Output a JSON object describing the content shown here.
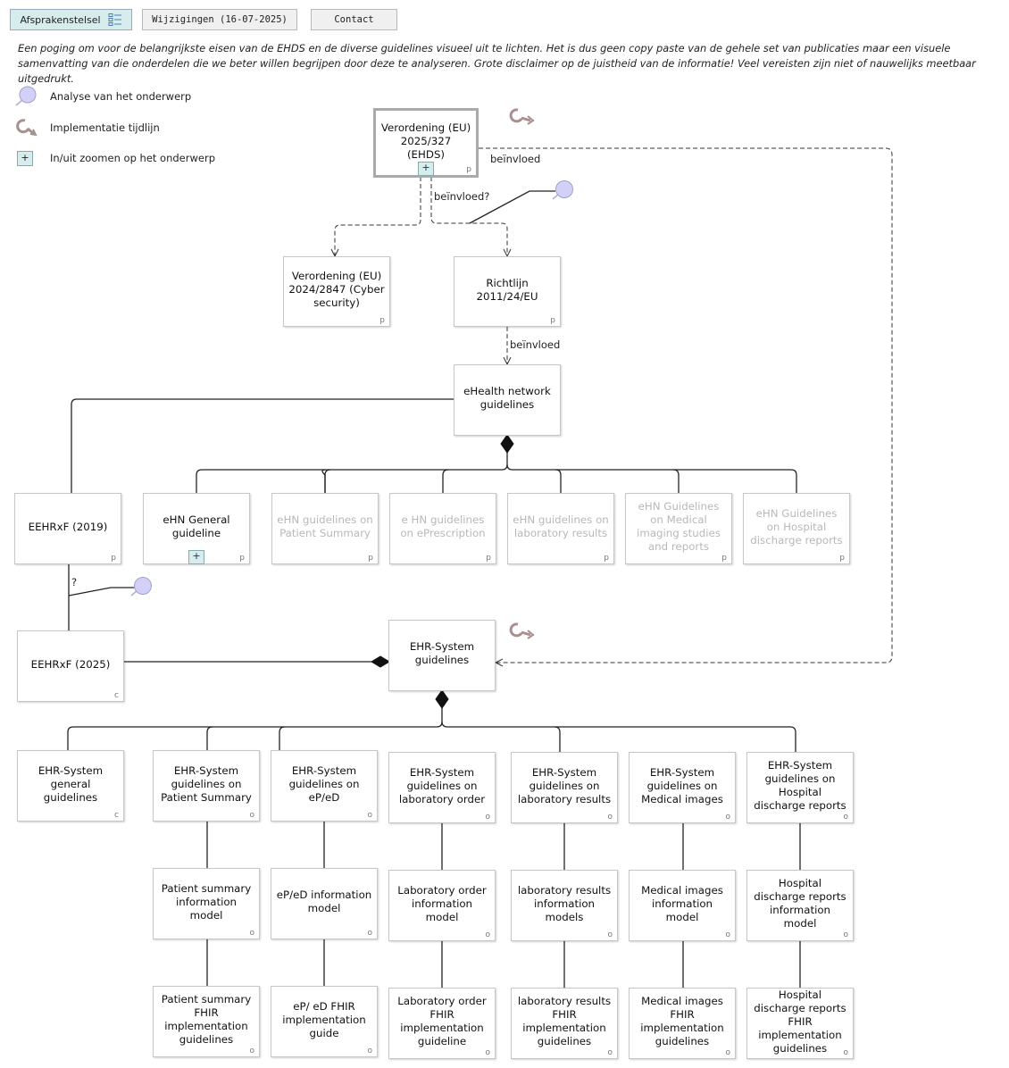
{
  "toolbar": {
    "afsprakenstelsel": "Afsprakenstelsel",
    "wijzigingen": "Wijzigingen (16-07-2025)",
    "contact": "Contact"
  },
  "intro": "Een poging om voor de belangrijkste eisen van de EHDS en de diverse guidelines visueel uit te lichten. Het is dus geen copy paste van de gehele set van publicaties maar een visuele samenvatting van die onderdelen die we beter willen begrijpen door deze te analyseren. Grote disclaimer op de juistheid van de informatie! Veel vereisten zijn niet of nauwelijks meetbaar uitgedrukt.",
  "legend": {
    "analyse": "Analyse van het onderwerp",
    "tijdlijn": "Implementatie tijdlijn",
    "zoom_symbol": "+",
    "zoom": "In/uit zoomen op het onderwerp"
  },
  "edge_labels": {
    "beinvloed_ehds": "beïnvloed",
    "beinvloed_question": "beïnvloed?",
    "beinvloed_richtlijn": "beïnvloed",
    "question": "?"
  },
  "nodes": {
    "ehds": {
      "label": "Verordening (EU) 2025/327 (EHDS)",
      "mark": "p",
      "zoom": "+"
    },
    "cyber": {
      "label": "Verordening (EU) 2024/2847 (Cyber security)",
      "mark": "p"
    },
    "richtlijn": {
      "label": "Richtlijn 2011/24/EU",
      "mark": "p"
    },
    "ehn": {
      "label": "eHealth network guidelines"
    },
    "eehrxf2019": {
      "label": "EEHRxF (2019)",
      "mark": "p"
    },
    "ehn_general": {
      "label": "eHN General guideline",
      "mark": "p",
      "zoom": "+"
    },
    "ehn_ps": {
      "label": "eHN guidelines on Patient Summary",
      "mark": "p"
    },
    "ehn_ep": {
      "label": "e HN guidelines on ePrescription",
      "mark": "p"
    },
    "ehn_lab": {
      "label": "eHN guidelines on laboratory results",
      "mark": "p"
    },
    "ehn_img": {
      "label": "eHN Guidelines on Medical imaging studies and reports",
      "mark": "p"
    },
    "ehn_hdr": {
      "label": "eHN Guidelines on Hospital discharge reports",
      "mark": "p"
    },
    "eehrxf2025": {
      "label": "EEHRxF (2025)",
      "mark": "c"
    },
    "ehr": {
      "label": "EHR-System guidelines"
    },
    "ehr_general": {
      "label": "EHR-System general guidelines",
      "mark": "c"
    },
    "ehr_ps": {
      "label": "EHR-System guidelines on Patient Summary",
      "mark": "o"
    },
    "ehr_ep": {
      "label": "EHR-System guidelines on eP/eD",
      "mark": "o"
    },
    "ehr_lo": {
      "label": "EHR-System guidelines on laboratory order",
      "mark": "o"
    },
    "ehr_lr": {
      "label": "EHR-System guidelines on laboratory results",
      "mark": "o"
    },
    "ehr_mi": {
      "label": "EHR-System guidelines on Medical images",
      "mark": "o"
    },
    "ehr_hd": {
      "label": "EHR-System guidelines on Hospital discharge reports",
      "mark": "o"
    },
    "im_ps": {
      "label": "Patient summary information model",
      "mark": "o"
    },
    "im_ep": {
      "label": "eP/eD information model",
      "mark": "o"
    },
    "im_lo": {
      "label": "Laboratory order information model",
      "mark": "o"
    },
    "im_lr": {
      "label": "laboratory results information models",
      "mark": "o"
    },
    "im_mi": {
      "label": "Medical images information model",
      "mark": "o"
    },
    "im_hd": {
      "label": "Hospital discharge reports information model",
      "mark": "o"
    },
    "fhir_ps": {
      "label": "Patient summary FHIR implementation guidelines",
      "mark": "o"
    },
    "fhir_ep": {
      "label": "eP/ eD FHIR implementation guide",
      "mark": "o"
    },
    "fhir_lo": {
      "label": "Laboratory order FHIR implementation guideline",
      "mark": "o"
    },
    "fhir_lr": {
      "label": "laboratory results FHIR implementation guidelines",
      "mark": "o"
    },
    "fhir_mi": {
      "label": "Medical images FHIR implementation guidelines",
      "mark": "o"
    },
    "fhir_hd": {
      "label": "Hospital discharge reports FHIR implementation guidelines",
      "mark": "o"
    }
  }
}
